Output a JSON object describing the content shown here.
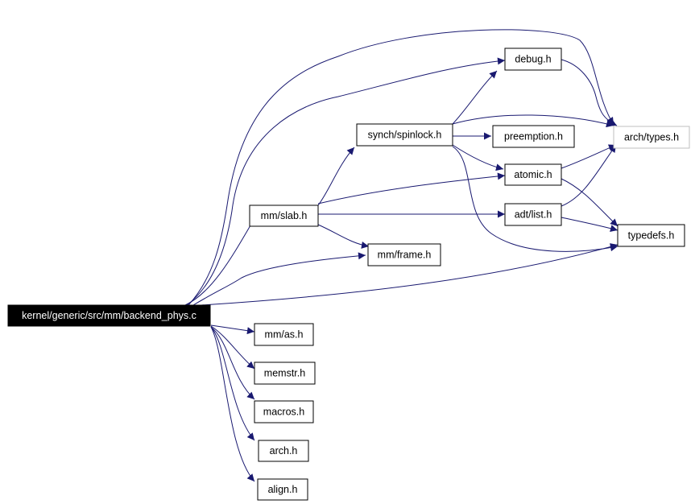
{
  "graph": {
    "edge_color": "#191970",
    "root_fill": "#000000",
    "nodes": [
      {
        "id": "root",
        "label": "kernel/generic/src/mm/backend_phys.c",
        "style": "root"
      },
      {
        "id": "slab",
        "label": "mm/slab.h",
        "style": "normal"
      },
      {
        "id": "spinlock",
        "label": "synch/spinlock.h",
        "style": "normal"
      },
      {
        "id": "debug",
        "label": "debug.h",
        "style": "normal"
      },
      {
        "id": "preemption",
        "label": "preemption.h",
        "style": "normal"
      },
      {
        "id": "atomic",
        "label": "atomic.h",
        "style": "normal"
      },
      {
        "id": "list",
        "label": "adt/list.h",
        "style": "normal"
      },
      {
        "id": "types",
        "label": "arch/types.h",
        "style": "grey"
      },
      {
        "id": "typedefs",
        "label": "typedefs.h",
        "style": "normal"
      },
      {
        "id": "frame",
        "label": "mm/frame.h",
        "style": "normal"
      },
      {
        "id": "as",
        "label": "mm/as.h",
        "style": "normal"
      },
      {
        "id": "memstr",
        "label": "memstr.h",
        "style": "normal"
      },
      {
        "id": "macros",
        "label": "macros.h",
        "style": "normal"
      },
      {
        "id": "arch",
        "label": "arch.h",
        "style": "normal"
      },
      {
        "id": "align",
        "label": "align.h",
        "style": "normal"
      }
    ],
    "edges": [
      [
        "root",
        "slab"
      ],
      [
        "root",
        "debug"
      ],
      [
        "root",
        "types"
      ],
      [
        "root",
        "frame"
      ],
      [
        "root",
        "typedefs"
      ],
      [
        "root",
        "as"
      ],
      [
        "root",
        "memstr"
      ],
      [
        "root",
        "macros"
      ],
      [
        "root",
        "arch"
      ],
      [
        "root",
        "align"
      ],
      [
        "slab",
        "spinlock"
      ],
      [
        "slab",
        "atomic"
      ],
      [
        "slab",
        "list"
      ],
      [
        "slab",
        "frame"
      ],
      [
        "spinlock",
        "debug"
      ],
      [
        "spinlock",
        "types"
      ],
      [
        "spinlock",
        "preemption"
      ],
      [
        "spinlock",
        "atomic"
      ],
      [
        "spinlock",
        "typedefs"
      ],
      [
        "debug",
        "types"
      ],
      [
        "atomic",
        "types"
      ],
      [
        "atomic",
        "typedefs"
      ],
      [
        "list",
        "types"
      ],
      [
        "list",
        "typedefs"
      ]
    ]
  }
}
